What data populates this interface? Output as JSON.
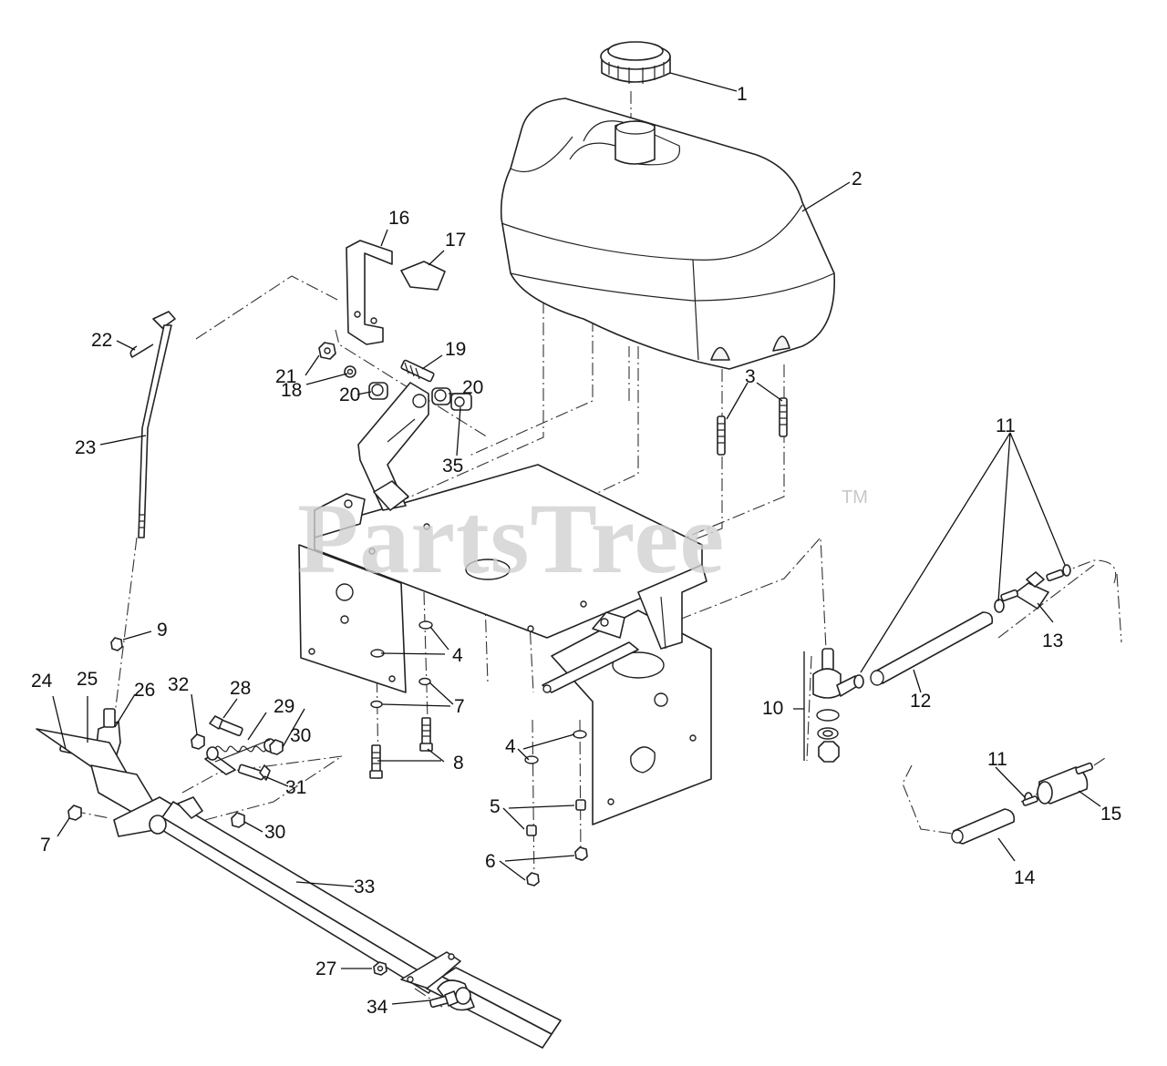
{
  "watermark": {
    "brand": "PartsTree",
    "trademark": "TM"
  },
  "callouts": {
    "c1": "1",
    "c2": "2",
    "c3": "3",
    "c4a": "4",
    "c4b": "4",
    "c5": "5",
    "c6": "6",
    "c7a": "7",
    "c7b": "7",
    "c8": "8",
    "c9": "9",
    "c10": "10",
    "c11a": "11",
    "c11b": "11",
    "c12": "12",
    "c13": "13",
    "c14": "14",
    "c15": "15",
    "c16": "16",
    "c17": "17",
    "c18": "18",
    "c19": "19",
    "c20a": "20",
    "c20b": "20",
    "c21": "21",
    "c22": "22",
    "c23": "23",
    "c24": "24",
    "c25": "25",
    "c26": "26",
    "c27": "27",
    "c28": "28",
    "c29": "29",
    "c30a": "30",
    "c30b": "30",
    "c31": "31",
    "c32": "32",
    "c33": "33",
    "c34": "34",
    "c35": "35"
  }
}
